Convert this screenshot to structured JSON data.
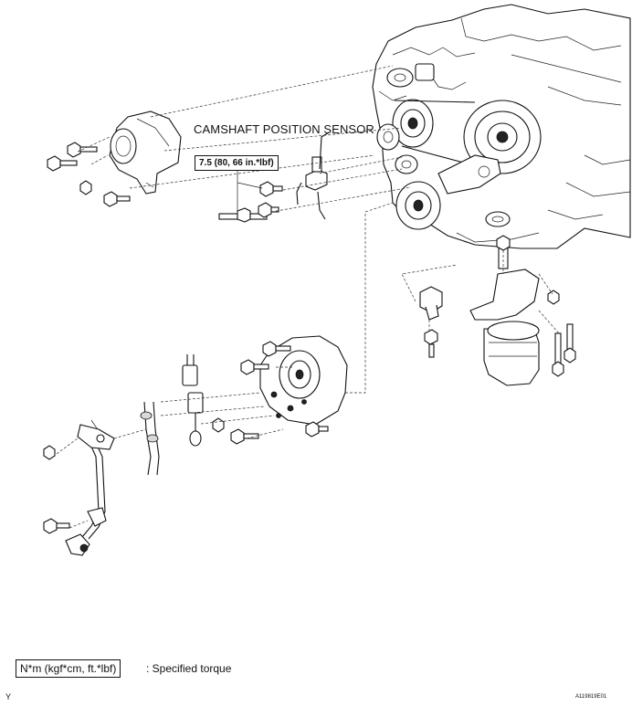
{
  "labels": {
    "sensor_callout": "CAMSHAFT POSITION SENSOR",
    "torque_value": "7.5 (80, 66 in.*lbf)"
  },
  "legend": {
    "unit_box": "N*m (kgf*cm, ft.*lbf)",
    "description": ": Specified torque"
  },
  "footer": {
    "left_mark": "Y",
    "figure_code": "A119819E01"
  }
}
